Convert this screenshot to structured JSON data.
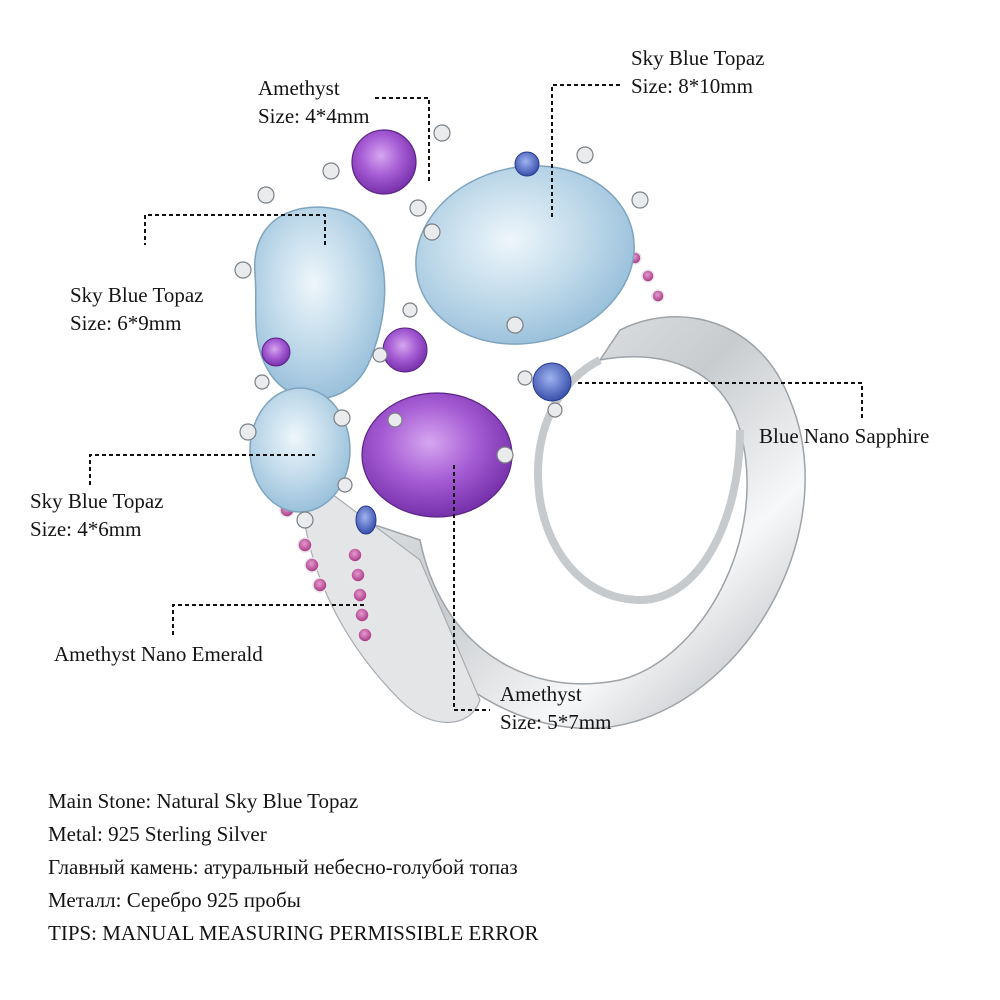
{
  "labels": {
    "amethyst_small": {
      "name": "Amethyst",
      "size": "Size: 4*4mm"
    },
    "topaz_large": {
      "name": "Sky Blue Topaz",
      "size": "Size: 8*10mm"
    },
    "topaz_pear": {
      "name": "Sky Blue Topaz",
      "size": "Size: 6*9mm"
    },
    "topaz_small": {
      "name": "Sky Blue Topaz",
      "size": "Size: 4*6mm"
    },
    "side_stones": {
      "name": "Amethyst Nano Emerald"
    },
    "sapphire": {
      "name": "Blue Nano Sapphire"
    },
    "amethyst_center": {
      "name": "Amethyst",
      "size": "Size: 5*7mm"
    }
  },
  "specs": [
    "Main Stone: Natural Sky Blue Topaz",
    "Metal: 925 Sterling Silver",
    "Главный камень: атуральный небесно-голубой топаз",
    "Металл: Серебро 925 пробы",
    "TIPS: MANUAL MEASURING PERMISSIBLE ERROR"
  ],
  "colors": {
    "sky_blue_topaz": "#bcd9ec",
    "amethyst": "#9a4fc9",
    "sapphire": "#4a63c4",
    "ruby_side": "#c2408c",
    "silver": "#d9dbde"
  }
}
